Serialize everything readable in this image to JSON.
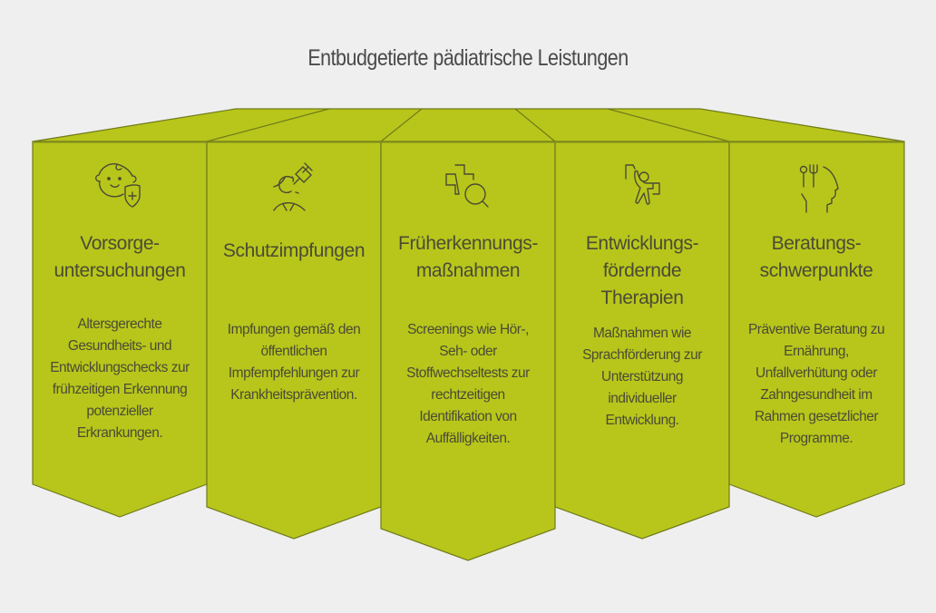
{
  "title": "Entbudgetierte pädiatrische Leistungen",
  "colors": {
    "background": "#efefef",
    "fill": "#b8c61b",
    "stroke": "#6f7a1a",
    "text": "#4b4b35",
    "title_text": "#4a4a4a"
  },
  "columns": [
    {
      "icon": "baby-shield-icon",
      "heading_lines": [
        "Vorsorge-",
        "untersuchungen"
      ],
      "desc_lines": [
        "Altersgerechte",
        "Gesundheits- und",
        "Entwicklungschecks zur",
        "frühzeitigen Erkennung",
        "potenzieller",
        "Erkrankungen."
      ]
    },
    {
      "icon": "vaccination-syringe-icon",
      "heading_lines": [
        "Schutzimpfungen"
      ],
      "desc_lines": [
        "Impfungen gemäß den",
        "öffentlichen",
        "Impfempfehlungen zur",
        "Krankheitsprävention."
      ]
    },
    {
      "icon": "medical-cross-search-icon",
      "heading_lines": [
        "Früherkennungs-",
        "maßnahmen"
      ],
      "desc_lines": [
        "Screenings wie Hör-,",
        "Seh- oder",
        "Stoffwechseltests zur",
        "rechtzeitigen",
        "Identifikation von",
        "Auffälligkeiten."
      ]
    },
    {
      "icon": "development-therapy-figure-icon",
      "heading_lines": [
        "Entwicklungs-",
        "fördernde",
        "Therapien"
      ],
      "desc_lines": [
        "Maßnahmen wie",
        "Sprachförderung zur",
        "Unterstützung",
        "individueller",
        "Entwicklung."
      ]
    },
    {
      "icon": "nutrition-counseling-head-icon",
      "heading_lines": [
        "Beratungs-",
        "schwerpunkte"
      ],
      "desc_lines": [
        "Präventive Beratung zu",
        "Ernährung,",
        "Unfallverhütung oder",
        "Zahngesundheit im",
        "Rahmen gesetzlicher",
        "Programme."
      ]
    }
  ]
}
